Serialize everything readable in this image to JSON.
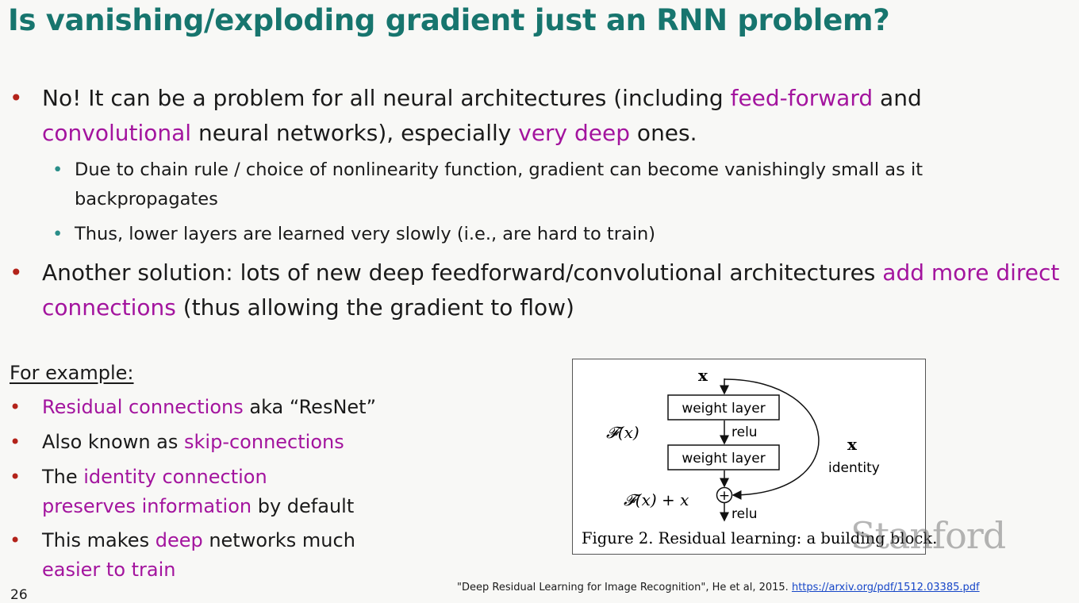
{
  "title": "Is vanishing/exploding gradient just an RNN problem?",
  "bullets": [
    {
      "parts": [
        {
          "text": "No! It can be a problem for all neural architectures (including ",
          "hl": false
        },
        {
          "text": "feed-forward",
          "hl": true
        },
        {
          "text": " and ",
          "hl": false
        },
        {
          "text": "convolutional",
          "hl": true
        },
        {
          "text": " neural networks), especially ",
          "hl": false
        },
        {
          "text": "very deep",
          "hl": true
        },
        {
          "text": " ones.",
          "hl": false
        }
      ],
      "sub": [
        "Due to chain rule / choice of nonlinearity function, gradient can become vanishingly small as it backpropagates",
        "Thus, lower layers are learned very slowly (i.e., are hard to train)"
      ]
    },
    {
      "parts": [
        {
          "text": "Another solution: lots of new deep feedforward/convolutional architectures ",
          "hl": false
        },
        {
          "text": "add more direct connections",
          "hl": true
        },
        {
          "text": " (thus allowing the gradient to flow)",
          "hl": false
        }
      ]
    }
  ],
  "example_heading": "For example:",
  "examples": [
    [
      {
        "text": "Residual connections",
        "hl": true
      },
      {
        "text": " aka “ResNet”",
        "hl": false
      }
    ],
    [
      {
        "text": "Also known as ",
        "hl": false
      },
      {
        "text": "skip-connections",
        "hl": true
      }
    ],
    [
      {
        "text": "The ",
        "hl": false
      },
      {
        "text": "identity connection",
        "hl": true
      },
      {
        "text": "\n",
        "hl": false
      },
      {
        "text": "preserves information",
        "hl": true
      },
      {
        "text": " by default",
        "hl": false
      }
    ],
    [
      {
        "text": "This makes ",
        "hl": false
      },
      {
        "text": "deep",
        "hl": true
      },
      {
        "text": " networks much\n",
        "hl": false
      },
      {
        "text": "easier to train",
        "hl": true
      }
    ]
  ],
  "figure": {
    "input_label": "x",
    "layer1": "weight layer",
    "relu1": "relu",
    "layer2": "weight layer",
    "relu2": "relu",
    "fx_label": "𝓕(x)",
    "sum_label": "𝓕(x) + x",
    "skip_label": "x",
    "identity_label": "identity",
    "plus": "+",
    "caption": "Figure 2. Residual learning: a building block."
  },
  "citation": {
    "text": "\"Deep Residual Learning for Image Recognition\", He et al, 2015. ",
    "link": "https://arxiv.org/pdf/1512.03385.pdf"
  },
  "page_number": "26",
  "watermark": "Stanford",
  "colors": {
    "title": "#17756e",
    "highlight": "#a3149e",
    "bullet_l1": "#b3231a",
    "bullet_l2": "#2a8e89",
    "link": "#1646c8"
  }
}
